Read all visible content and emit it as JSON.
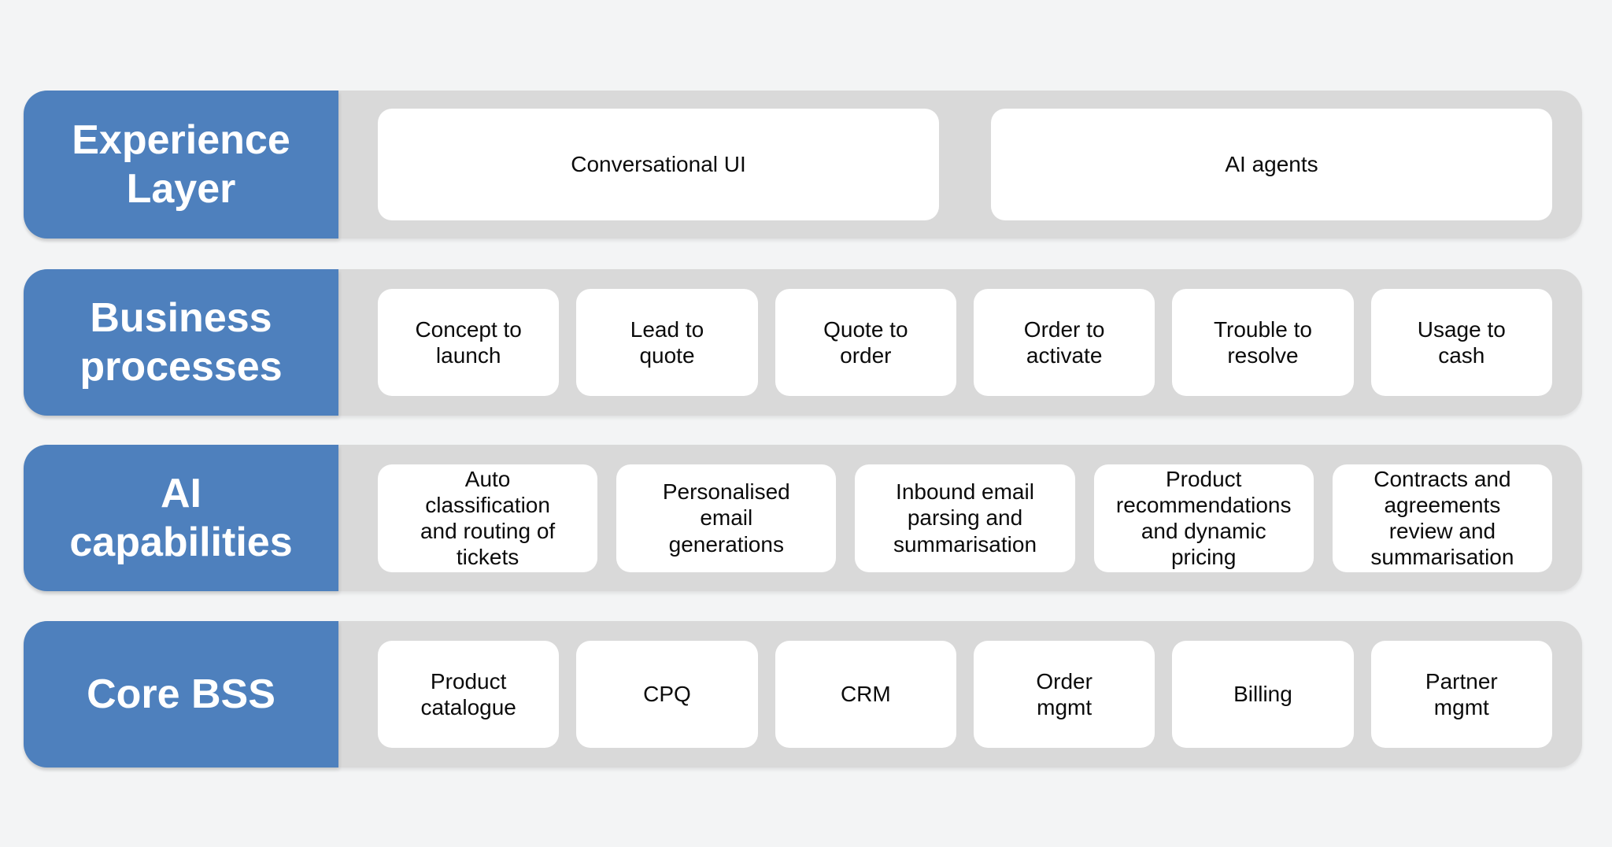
{
  "colors": {
    "page_bg": "#f3f4f5",
    "band_gray": "#d9d9d9",
    "label_blue": "#4e80bd",
    "label_text": "#ffffff",
    "card_white": "#ffffff",
    "card_text": "#0b0b0b"
  },
  "rows": [
    {
      "label": "Experience\nLayer",
      "items": [
        "Conversational UI",
        "AI agents"
      ]
    },
    {
      "label": "Business\nprocesses",
      "items": [
        "Concept to\nlaunch",
        "Lead to\nquote",
        "Quote to\norder",
        "Order to\nactivate",
        "Trouble to\nresolve",
        "Usage to\ncash"
      ]
    },
    {
      "label": "AI\ncapabilities",
      "items": [
        "Auto\nclassification\nand routing of\ntickets",
        "Personalised\nemail\ngenerations",
        "Inbound email\nparsing and\nsummarisation",
        "Product\nrecommendations\nand dynamic\npricing",
        "Contracts and\nagreements\nreview and\nsummarisation"
      ]
    },
    {
      "label": "Core BSS",
      "items": [
        "Product\ncatalogue",
        "CPQ",
        "CRM",
        "Order\nmgmt",
        "Billing",
        "Partner\nmgmt"
      ]
    }
  ]
}
